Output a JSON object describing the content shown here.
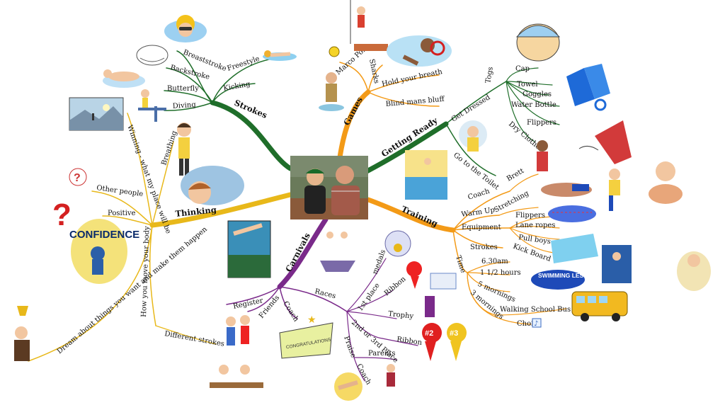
{
  "center": {
    "photo": "Swimmers photo"
  },
  "branches": {
    "strokes": {
      "label": "Strokes",
      "color": "#1f6e2a",
      "children": [
        "Breaststroke",
        "Backstroke",
        "Butterfly",
        "Diving",
        "Freestyle",
        "Kicking"
      ]
    },
    "games": {
      "label": "Games",
      "color": "#f39a17",
      "children": [
        "Marco Polo",
        "Sharks",
        "Hold your breath",
        "Blind mans bluff"
      ]
    },
    "getting_ready": {
      "label": "Getting Ready",
      "color": "#1f6e2a",
      "sub1": "Get Dressed",
      "sub2": "Go to the Toilet",
      "togs": "Togs",
      "items": [
        "Cap",
        "Towel",
        "Goggles",
        "Water Bottle",
        "Flippers"
      ],
      "dry_clothes": "Dry Clothes"
    },
    "training": {
      "label": "Training",
      "color": "#f39a17",
      "coach": "Coach",
      "brett": "Brett",
      "warmup": "Warm Up",
      "stretching": "Stretching",
      "equipment": "Equipment",
      "equip_items": [
        "Flippers",
        "Lane ropes",
        "Pull boys",
        "Kick Board"
      ],
      "strokes": "Strokes",
      "time": "Time",
      "times": [
        "6.30am",
        "1 1/2 hours",
        "5 mornings",
        "3 mornings"
      ],
      "walking_bus": "Walking School Bus",
      "choir": "Choir"
    },
    "carnivals": {
      "label": "Carnivals",
      "color": "#7a2a8a",
      "register": "Register",
      "friends": "Friends",
      "coach": "Coach",
      "races": "Races",
      "first": "1st place",
      "medals": "medals",
      "ribbon1": "Ribbon",
      "trophy": "Trophy",
      "second": "2nd or 3rd Place",
      "ribbon2": "Ribbon",
      "parents": "Parents",
      "praise": "Praise",
      "coach2": "Coach"
    },
    "thinking": {
      "label": "Thinking",
      "color": "#e8b81a",
      "breathing": "Breathing",
      "other_people": "Other people",
      "positive": "Positive",
      "winning": "Winning - what my place will be",
      "move_body": "How you move your body",
      "different_strokes": "Different strokes",
      "dream": "Dream about things you want and make them happen"
    }
  },
  "pictures": {
    "confidence": "CONFIDENCE",
    "swimming_lessons": "SWIMMING LESSONS",
    "congratulations": "CONGRATULATIONS",
    "medal_2": "#2",
    "medal_3": "#3"
  }
}
